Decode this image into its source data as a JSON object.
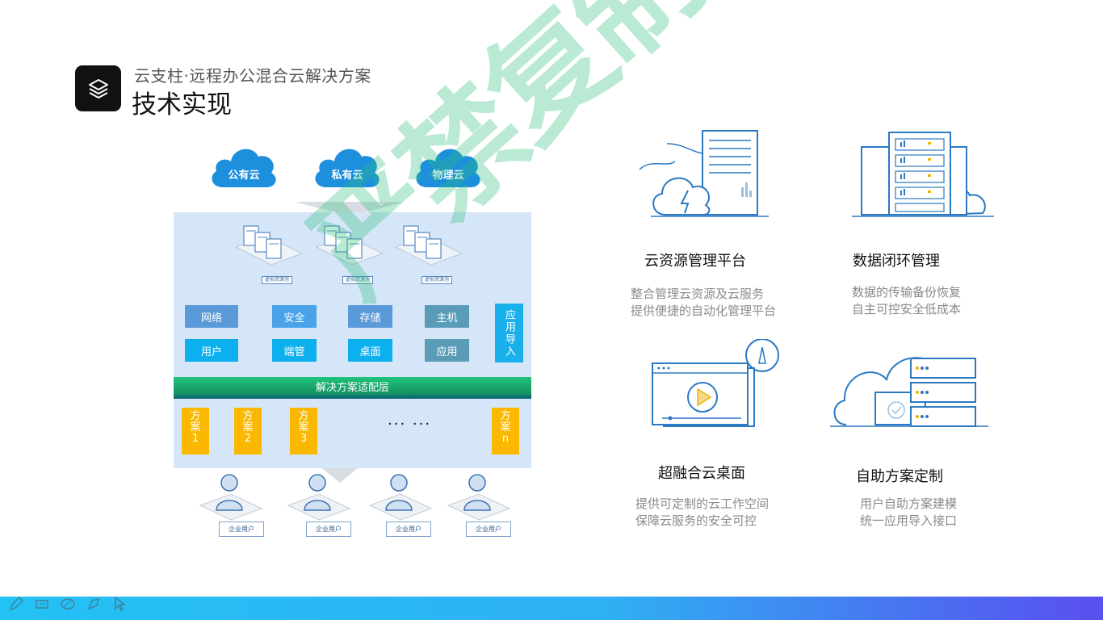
{
  "header": {
    "subtitle": "云支柱·远程办公混合云解决方案",
    "title": "技术实现",
    "logo_icon": "layers-icon"
  },
  "clouds": [
    "公有云",
    "私有云",
    "物理云"
  ],
  "server_groups": [
    "虚拟资源池",
    "虚拟资源池",
    "虚拟资源池"
  ],
  "modules": {
    "row1": [
      "网络",
      "安全",
      "存储",
      "主机"
    ],
    "row2": [
      "用户",
      "端管",
      "桌面",
      "应用"
    ],
    "side": "应用导入"
  },
  "adapter": "解决方案适配层",
  "plans": [
    {
      "a": "方",
      "b": "案",
      "n": "1"
    },
    {
      "a": "方",
      "b": "案",
      "n": "2"
    },
    {
      "a": "方",
      "b": "案",
      "n": "3"
    },
    {
      "a": "方",
      "b": "案",
      "n": "n"
    }
  ],
  "dots": "··· ···",
  "users": [
    "企业用户",
    "企业用户",
    "企业用户",
    "企业用户"
  ],
  "watermark": "严禁复制",
  "features": [
    {
      "title": "云资源管理平台",
      "desc1": "整合管理云资源及云服务",
      "desc2": "提供便捷的自动化管理平台",
      "icon": "cloud-server-icon"
    },
    {
      "title": "数据闭环管理",
      "desc1": "数据的传输备份恢复",
      "desc2": "自主可控安全低成本",
      "icon": "data-center-icon"
    },
    {
      "title": "超融合云桌面",
      "desc1": "提供可定制的云工作空间",
      "desc2": "保障云服务的安全可控",
      "icon": "cloud-desktop-icon"
    },
    {
      "title": "自助方案定制",
      "desc1": "用户自助方案建模",
      "desc2": "统一应用导入接口",
      "icon": "cloud-storage-icon"
    }
  ],
  "colors": {
    "panel": "#d4e6f7",
    "module_blue": "#5a9ad8",
    "module_cyan": "#0cb0ee",
    "adapter_green": "#1fc47d",
    "plan_yellow": "#fbb800",
    "bar_start": "#23c2f5",
    "bar_end": "#5a4ff0"
  }
}
